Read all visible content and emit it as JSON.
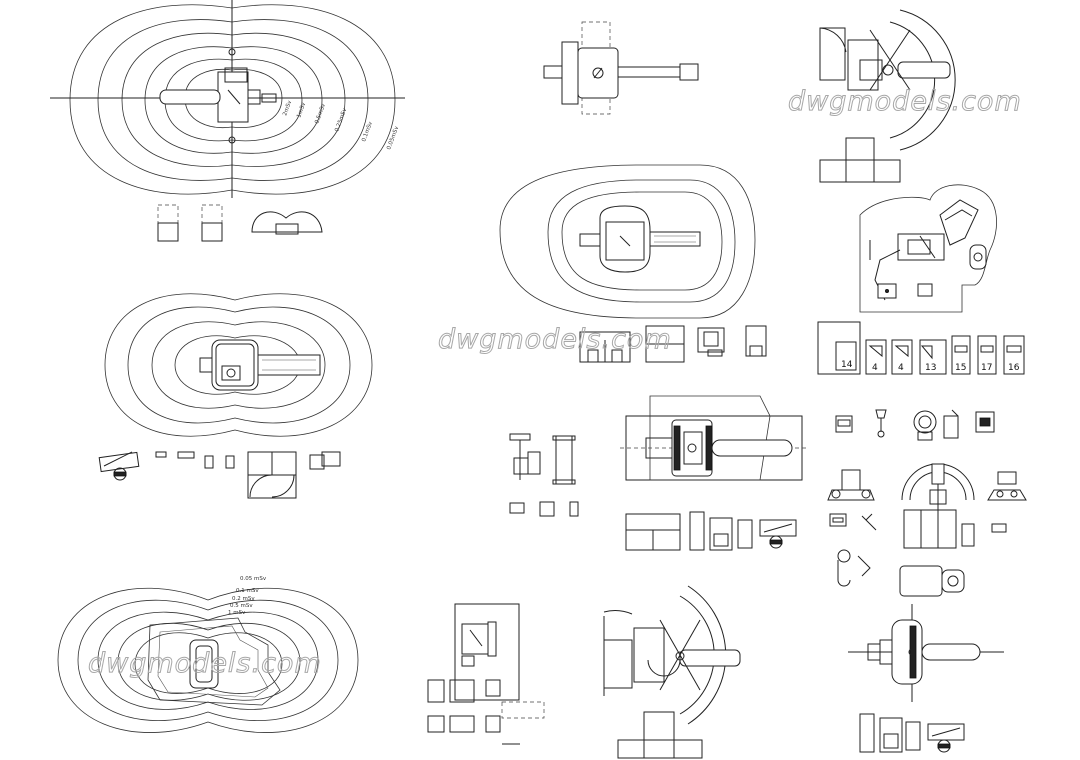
{
  "watermark": "dwgmodels.com",
  "tag_numbers": [
    "14",
    "4",
    "4",
    "13",
    "15",
    "17",
    "16"
  ],
  "dimension_labels": {
    "top_left": [
      "2mSv",
      "1mSv",
      "0.5mSv",
      "0.25mSv",
      "0.1mSv",
      "0.05mSv"
    ],
    "bottom_left": [
      "0.05 mSv",
      "0.1 mSv",
      "0.2 mSv",
      "0.5 mSv",
      "1 mSv"
    ]
  }
}
